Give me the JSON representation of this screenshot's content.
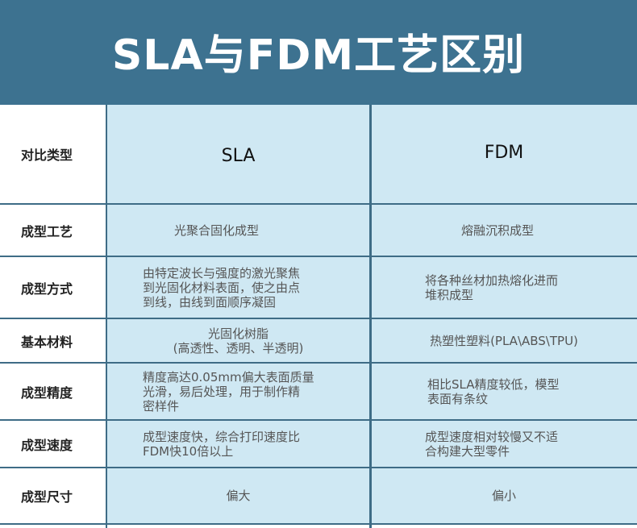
{
  "title": "SLA与FDM工艺区别",
  "header": {
    "label": "对比类型",
    "sla": "SLA",
    "fdm": "FDM"
  },
  "rows": [
    {
      "label": "成型工艺",
      "sla": "光聚合固化成型",
      "fdm": "熔融沉积成型"
    },
    {
      "label": "成型方式",
      "sla": [
        "由特定波长与强度的激光聚焦",
        "到光固化材料表面，使之由点",
        "到线，由线到面顺序凝固"
      ],
      "fdm": [
        "将各种丝材加热熔化进而",
        "堆积成型"
      ]
    },
    {
      "label": "基本材料",
      "sla": [
        "光固化树脂",
        "(高透性、透明、半透明)"
      ],
      "fdm": "热塑性塑料(PLA\\ABS\\TPU)"
    },
    {
      "label": "成型精度",
      "sla": [
        "精度高达0.05mm偏大表面质量",
        "光滑，易后处理，用于制作精",
        "密样件"
      ],
      "fdm": [
        "相比SLA精度较低，模型",
        "表面有条纹"
      ]
    },
    {
      "label": "成型速度",
      "sla": [
        "成型速度快，综合打印速度比",
        "FDM快10倍以上"
      ],
      "fdm": [
        "成型速度相对较慢又不适",
        "合构建大型零件"
      ]
    },
    {
      "label": "成型尺寸",
      "sla": "偏大",
      "fdm": "偏小"
    }
  ]
}
